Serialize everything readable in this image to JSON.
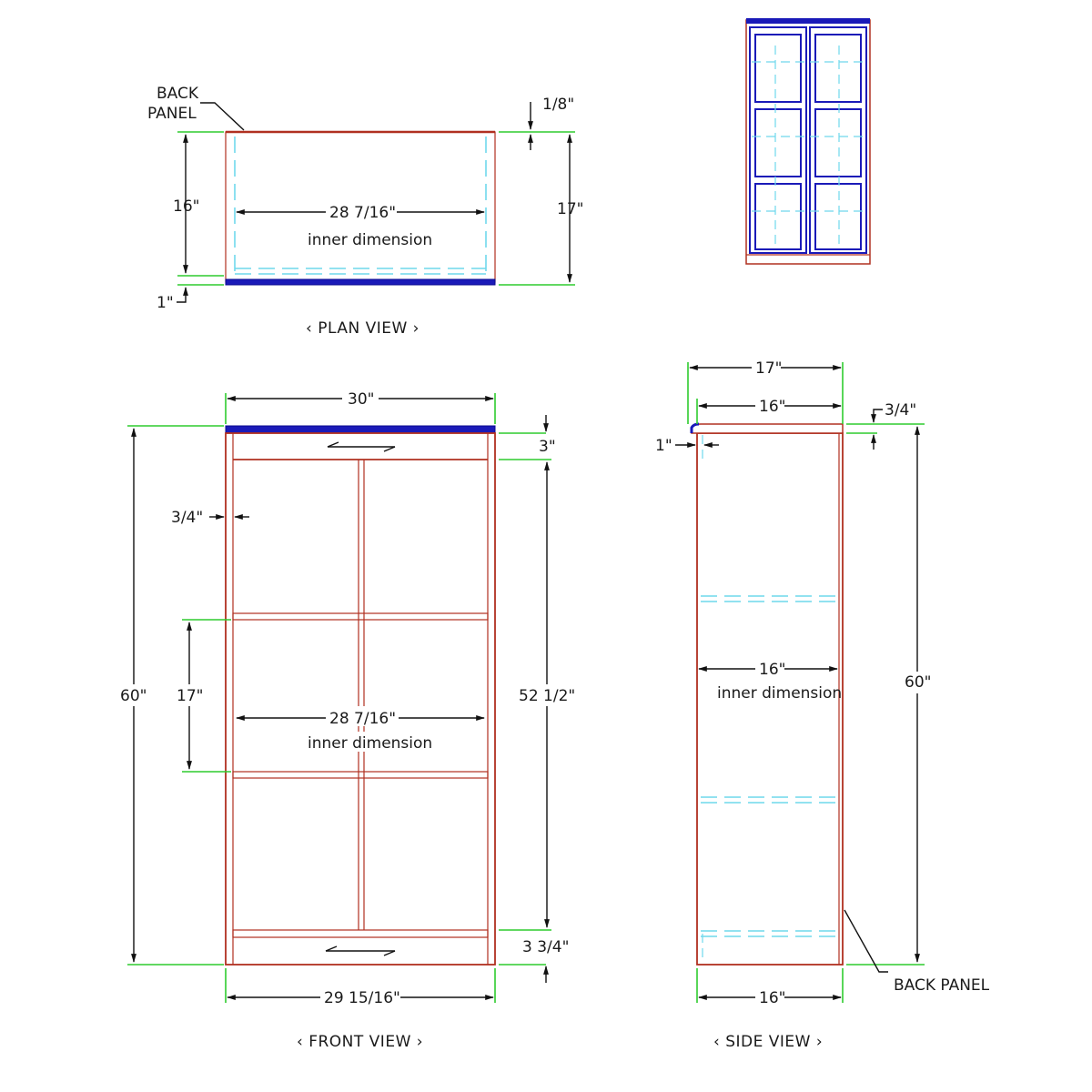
{
  "plan_view": {
    "caption": "‹ PLAN VIEW ›",
    "back_panel_line1": "BACK",
    "back_panel_line2": "PANEL",
    "dim_eighth": "1/8\"",
    "dim_16": "16\"",
    "dim_17": "17\"",
    "dim_1": "1\"",
    "dim_inner": "28 7/16\"",
    "inner_text": "inner dimension"
  },
  "front_view": {
    "caption": "‹ FRONT VIEW ›",
    "dim_30": "30\"",
    "dim_3": "3\"",
    "dim_3_4": "3/4\"",
    "dim_60": "60\"",
    "dim_17": "17\"",
    "dim_inner": "28 7/16\"",
    "inner_text": "inner dimension",
    "dim_52": "52 1/2\"",
    "dim_3_3_4": "3 3/4\"",
    "dim_bottom": "29 15/16\""
  },
  "side_view": {
    "caption": "‹ SIDE VIEW ›",
    "dim_17": "17\"",
    "dim_16_top": "16\"",
    "dim_3_4": "3/4\"",
    "dim_1": "1\"",
    "dim_60": "60\"",
    "dim_inner": "16\"",
    "inner_text": "inner dimension",
    "dim_16_bottom": "16\"",
    "back_panel": "BACK PANEL"
  },
  "colors": {
    "wood": "#b03020",
    "countertop": "#1a1ab8",
    "hidden_lines": "#6fd8ec",
    "extension_lines": "#2ecc2e"
  }
}
